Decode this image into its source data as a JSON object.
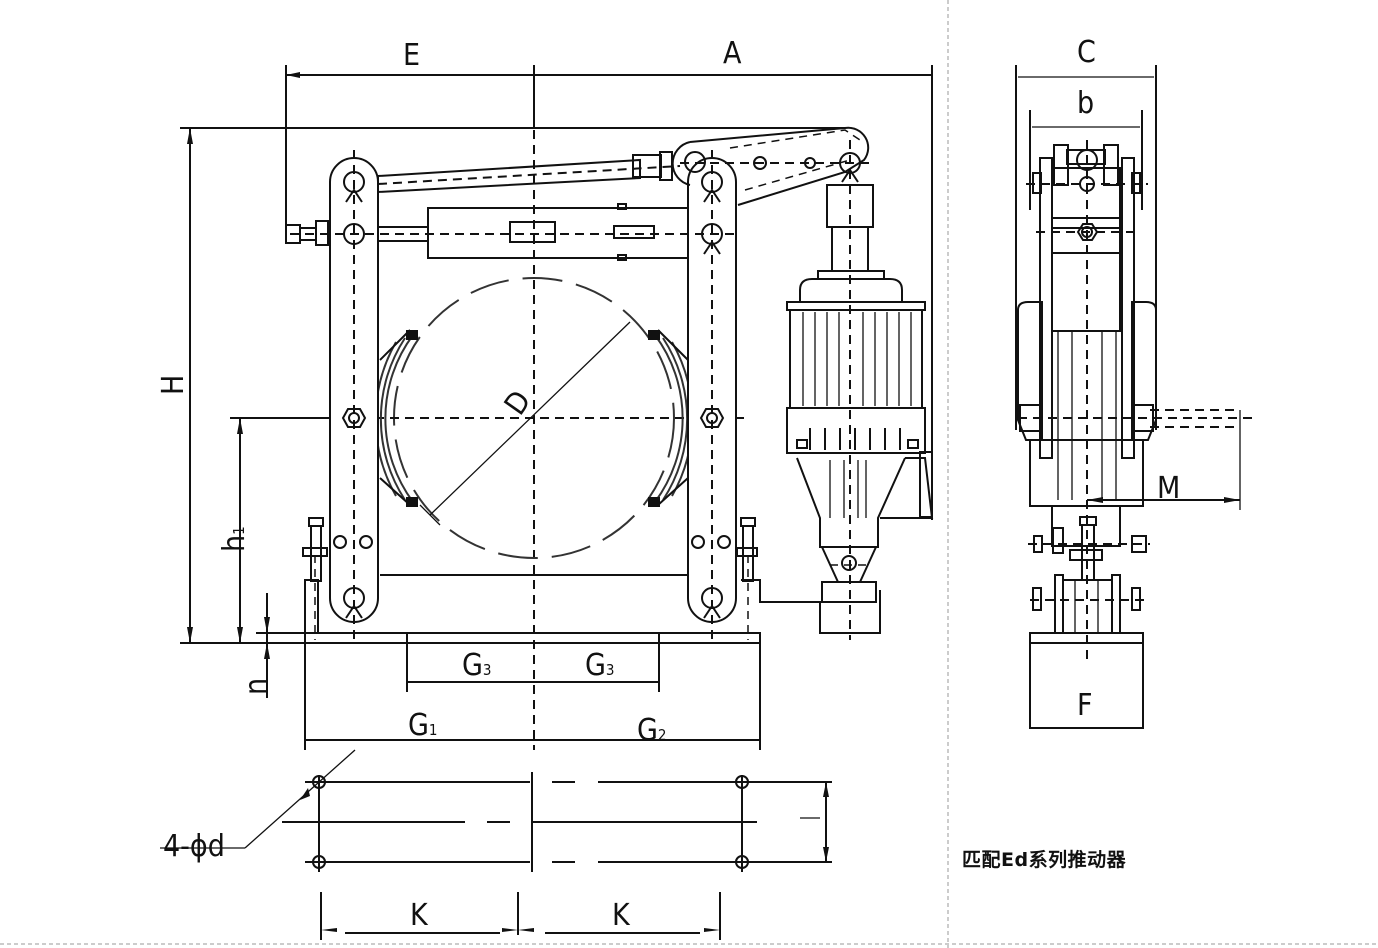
{
  "drawing": {
    "title": "Electro-hydraulic drum brake dimension drawing",
    "front_view": {
      "dimensions": {
        "E": "E",
        "A": "A",
        "H": "H",
        "h1": "h",
        "h1_sub": "1",
        "n": "n",
        "D": "D",
        "G3_left": "G",
        "G3_left_sub": "3",
        "G3_right": "G",
        "G3_right_sub": "3",
        "G1": "G",
        "G1_sub": "1",
        "G2": "G",
        "G2_sub": "2"
      }
    },
    "base_plan": {
      "hole_callout": "4-ϕd",
      "K_left": "K",
      "K_right": "K",
      "I": "I"
    },
    "side_view": {
      "dimensions": {
        "C": "C",
        "b": "b",
        "M": "M",
        "F": "F"
      }
    },
    "caption": "匹配Ed系列推动器"
  },
  "colors": {
    "line": "#111111",
    "background": "#ffffff",
    "separator": "#bbbbbb"
  }
}
